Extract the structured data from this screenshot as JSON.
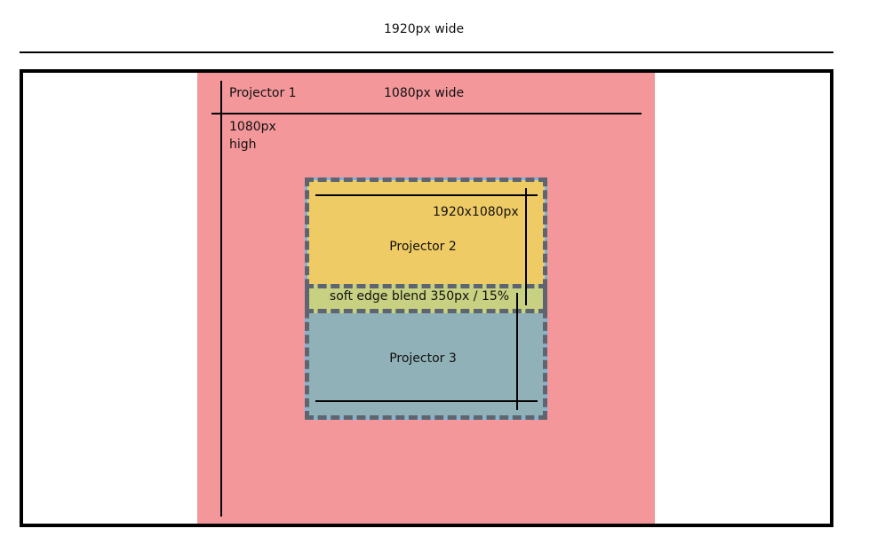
{
  "canvas_title": "1920px wide",
  "projector1": {
    "name": "Projector 1",
    "width_label": "1080px wide",
    "height_label_line1": "1080px",
    "height_label_line2": "high"
  },
  "projector2": {
    "name": "Projector 2",
    "resolution": "1920x1080px"
  },
  "blend": {
    "label": "soft edge blend 350px / 15%"
  },
  "projector3": {
    "name": "Projector 3"
  },
  "colors": {
    "projector1": "#f4979b",
    "projector2": "#efcb65",
    "blend": "#c8d081",
    "projector3": "#8fb1b7",
    "border": "#7fb3d9",
    "dash": "#5d6670"
  }
}
